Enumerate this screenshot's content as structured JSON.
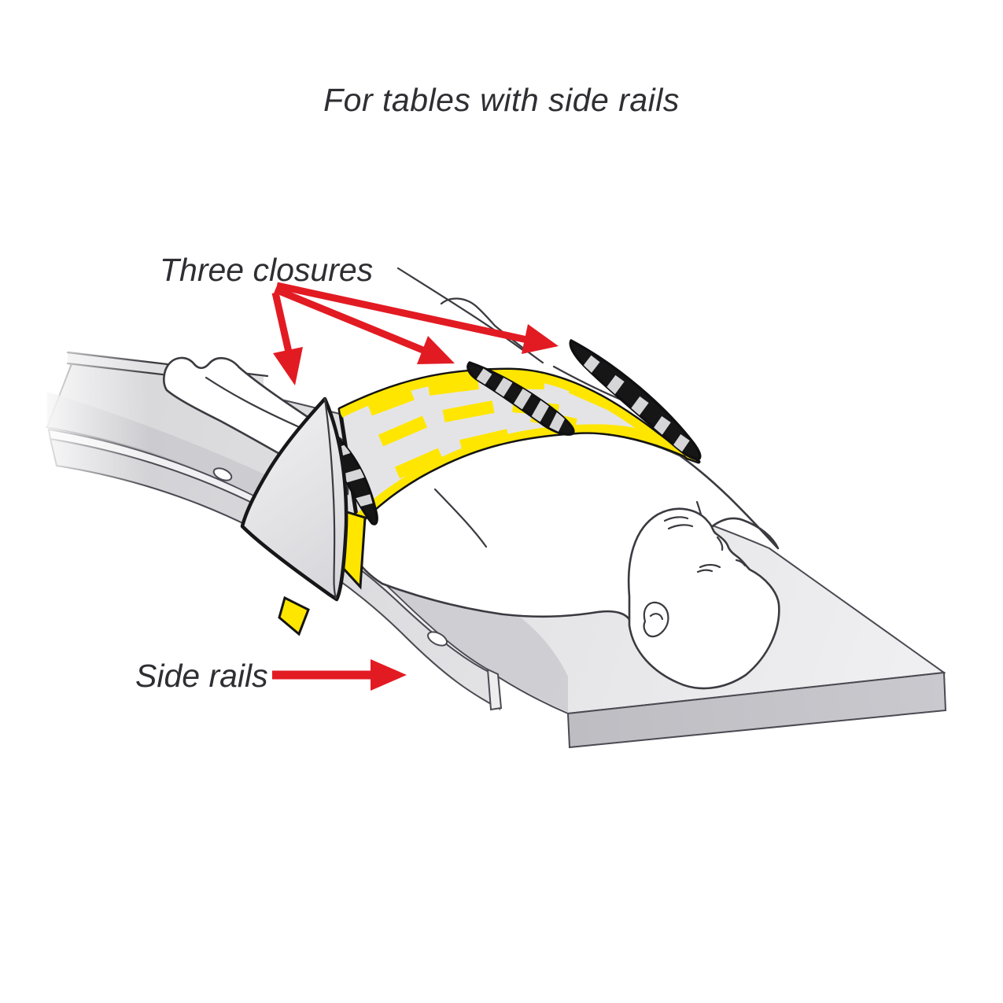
{
  "title": "For tables with side rails",
  "labels": {
    "closures": "Three closures",
    "side_rails": "Side rails"
  },
  "annotation_arrows": {
    "closure_arrow_count": 3,
    "side_rail_arrow_count": 1
  },
  "colors": {
    "background": "#FFFFFF",
    "text": "#2E2E33",
    "accent_red": "#E21B23",
    "strap_yellow": "#FFE600",
    "strap_gray": "#E4E4E7",
    "closure_black": "#161616",
    "table_gray_light": "#EDEDEF",
    "table_gray_dark": "#D9D9DC",
    "table_front_gray": "#C3C3C8",
    "rail_gray": "#D6D6DA",
    "outline": "#3A3A40"
  }
}
